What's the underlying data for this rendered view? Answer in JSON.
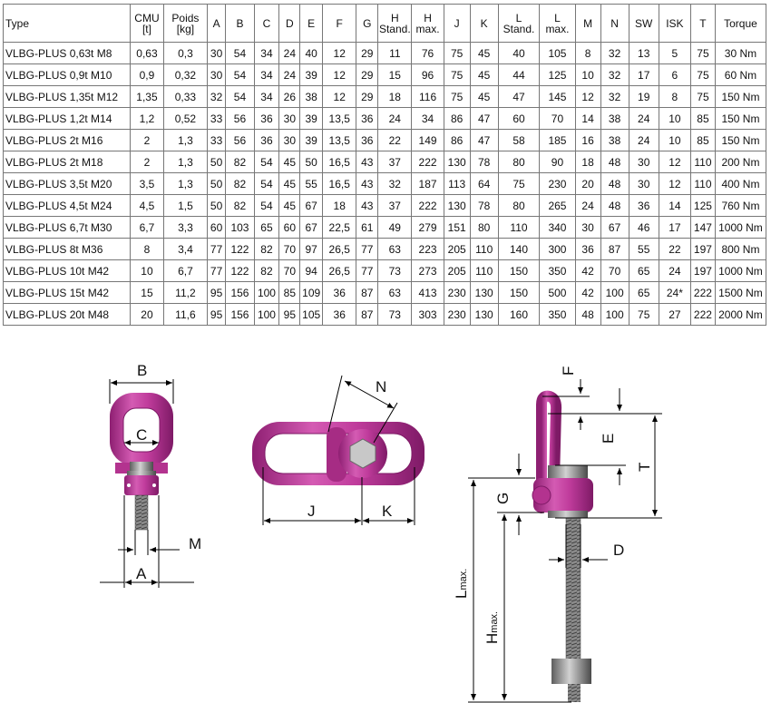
{
  "columns": [
    {
      "key": "type",
      "l1": "Type",
      "l2": ""
    },
    {
      "key": "cmu",
      "l1": "CMU",
      "l2": "[t]"
    },
    {
      "key": "poids",
      "l1": "Poids",
      "l2": "[kg]"
    },
    {
      "key": "a",
      "l1": "A",
      "l2": ""
    },
    {
      "key": "b",
      "l1": "B",
      "l2": ""
    },
    {
      "key": "c",
      "l1": "C",
      "l2": ""
    },
    {
      "key": "d",
      "l1": "D",
      "l2": ""
    },
    {
      "key": "e",
      "l1": "E",
      "l2": ""
    },
    {
      "key": "f",
      "l1": "F",
      "l2": ""
    },
    {
      "key": "g",
      "l1": "G",
      "l2": ""
    },
    {
      "key": "hstand",
      "l1": "H",
      "l2": "Stand."
    },
    {
      "key": "hmax",
      "l1": "H",
      "l2": "max."
    },
    {
      "key": "j",
      "l1": "J",
      "l2": ""
    },
    {
      "key": "k",
      "l1": "K",
      "l2": ""
    },
    {
      "key": "lstand",
      "l1": "L",
      "l2": "Stand."
    },
    {
      "key": "lmax",
      "l1": "L",
      "l2": "max."
    },
    {
      "key": "m",
      "l1": "M",
      "l2": ""
    },
    {
      "key": "n",
      "l1": "N",
      "l2": ""
    },
    {
      "key": "sw",
      "l1": "SW",
      "l2": ""
    },
    {
      "key": "isk",
      "l1": "ISK",
      "l2": ""
    },
    {
      "key": "t",
      "l1": "T",
      "l2": ""
    },
    {
      "key": "torque",
      "l1": "Torque",
      "l2": ""
    }
  ],
  "rows": [
    [
      "VLBG-PLUS 0,63t M8",
      "0,63",
      "0,3",
      "30",
      "54",
      "34",
      "24",
      "40",
      "12",
      "29",
      "11",
      "76",
      "75",
      "45",
      "40",
      "105",
      "8",
      "32",
      "13",
      "5",
      "75",
      "30 Nm"
    ],
    [
      "VLBG-PLUS 0,9t M10",
      "0,9",
      "0,32",
      "30",
      "54",
      "34",
      "24",
      "39",
      "12",
      "29",
      "15",
      "96",
      "75",
      "45",
      "44",
      "125",
      "10",
      "32",
      "17",
      "6",
      "75",
      "60 Nm"
    ],
    [
      "VLBG-PLUS 1,35t M12",
      "1,35",
      "0,33",
      "32",
      "54",
      "34",
      "26",
      "38",
      "12",
      "29",
      "18",
      "116",
      "75",
      "45",
      "47",
      "145",
      "12",
      "32",
      "19",
      "8",
      "75",
      "150 Nm"
    ],
    [
      "VLBG-PLUS 1,2t M14",
      "1,2",
      "0,52",
      "33",
      "56",
      "36",
      "30",
      "39",
      "13,5",
      "36",
      "24",
      "34",
      "86",
      "47",
      "60",
      "70",
      "14",
      "38",
      "24",
      "10",
      "85",
      "150 Nm"
    ],
    [
      "VLBG-PLUS 2t M16",
      "2",
      "1,3",
      "33",
      "56",
      "36",
      "30",
      "39",
      "13,5",
      "36",
      "22",
      "149",
      "86",
      "47",
      "58",
      "185",
      "16",
      "38",
      "24",
      "10",
      "85",
      "150 Nm"
    ],
    [
      "VLBG-PLUS 2t M18",
      "2",
      "1,3",
      "50",
      "82",
      "54",
      "45",
      "50",
      "16,5",
      "43",
      "37",
      "222",
      "130",
      "78",
      "80",
      "90",
      "18",
      "48",
      "30",
      "12",
      "110",
      "200 Nm"
    ],
    [
      "VLBG-PLUS 3,5t M20",
      "3,5",
      "1,3",
      "50",
      "82",
      "54",
      "45",
      "55",
      "16,5",
      "43",
      "32",
      "187",
      "113",
      "64",
      "75",
      "230",
      "20",
      "48",
      "30",
      "12",
      "110",
      "400 Nm"
    ],
    [
      "VLBG-PLUS 4,5t M24",
      "4,5",
      "1,5",
      "50",
      "82",
      "54",
      "45",
      "67",
      "18",
      "43",
      "37",
      "222",
      "130",
      "78",
      "80",
      "265",
      "24",
      "48",
      "36",
      "14",
      "125",
      "760 Nm"
    ],
    [
      "VLBG-PLUS 6,7t M30",
      "6,7",
      "3,3",
      "60",
      "103",
      "65",
      "60",
      "67",
      "22,5",
      "61",
      "49",
      "279",
      "151",
      "80",
      "110",
      "340",
      "30",
      "67",
      "46",
      "17",
      "147",
      "1000 Nm"
    ],
    [
      "VLBG-PLUS 8t M36",
      "8",
      "3,4",
      "77",
      "122",
      "82",
      "70",
      "97",
      "26,5",
      "77",
      "63",
      "223",
      "205",
      "110",
      "140",
      "300",
      "36",
      "87",
      "55",
      "22",
      "197",
      "800 Nm"
    ],
    [
      "VLBG-PLUS 10t M42",
      "10",
      "6,7",
      "77",
      "122",
      "82",
      "70",
      "94",
      "26,5",
      "77",
      "73",
      "273",
      "205",
      "110",
      "150",
      "350",
      "42",
      "70",
      "65",
      "24",
      "197",
      "1000 Nm"
    ],
    [
      "VLBG-PLUS 15t M42",
      "15",
      "11,2",
      "95",
      "156",
      "100",
      "85",
      "109",
      "36",
      "87",
      "63",
      "413",
      "230",
      "130",
      "150",
      "500",
      "42",
      "100",
      "65",
      "24*",
      "222",
      "1500 Nm"
    ],
    [
      "VLBG-PLUS 20t M48",
      "20",
      "11,6",
      "95",
      "156",
      "100",
      "95",
      "105",
      "36",
      "87",
      "73",
      "303",
      "230",
      "130",
      "160",
      "350",
      "48",
      "100",
      "75",
      "27",
      "222",
      "2000 Nm"
    ]
  ],
  "figure_labels": {
    "b": "B",
    "c": "C",
    "m": "M",
    "a": "A",
    "n": "N",
    "j": "J",
    "k": "K",
    "f": "F",
    "e": "E",
    "t": "T",
    "g": "G",
    "d": "D",
    "l_main": "L",
    "l_sub": "max.",
    "h_main": "H",
    "h_sub": "max."
  },
  "colors": {
    "ring": "#c03c9c",
    "ring_dark": "#8e1f72",
    "metal": "#a9a9a9",
    "metal_dark": "#5d5d5d"
  }
}
